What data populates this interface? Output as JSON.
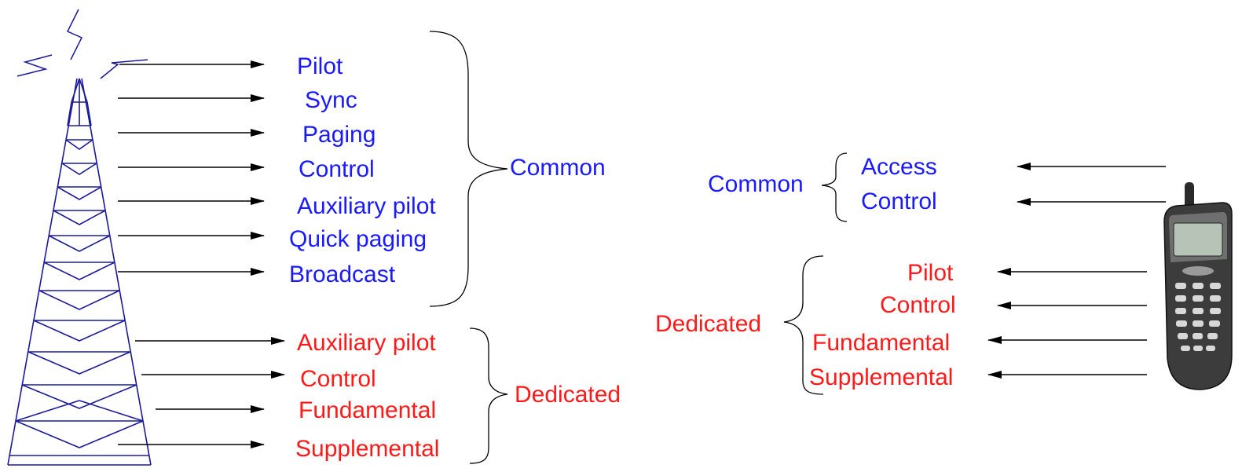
{
  "colors": {
    "common": "#1a1aff",
    "dedicated": "#ff1a1a",
    "tower": "#1a1a99",
    "arrow": "#000000"
  },
  "icons": {
    "tower": "antenna-tower-icon",
    "phone": "mobile-phone-icon"
  },
  "forward": {
    "common": {
      "group_label": "Common",
      "channels": [
        "Pilot",
        "Sync",
        "Paging",
        "Control",
        "Auxiliary pilot",
        "Quick paging",
        "Broadcast"
      ]
    },
    "dedicated": {
      "group_label": "Dedicated",
      "channels": [
        "Auxiliary pilot",
        "Control",
        "Fundamental",
        "Supplemental"
      ]
    }
  },
  "reverse": {
    "common": {
      "group_label": "Common",
      "channels": [
        "Access",
        "Control"
      ]
    },
    "dedicated": {
      "group_label": "Dedicated",
      "channels": [
        "Pilot",
        "Control",
        "Fundamental",
        "Supplemental"
      ]
    }
  }
}
